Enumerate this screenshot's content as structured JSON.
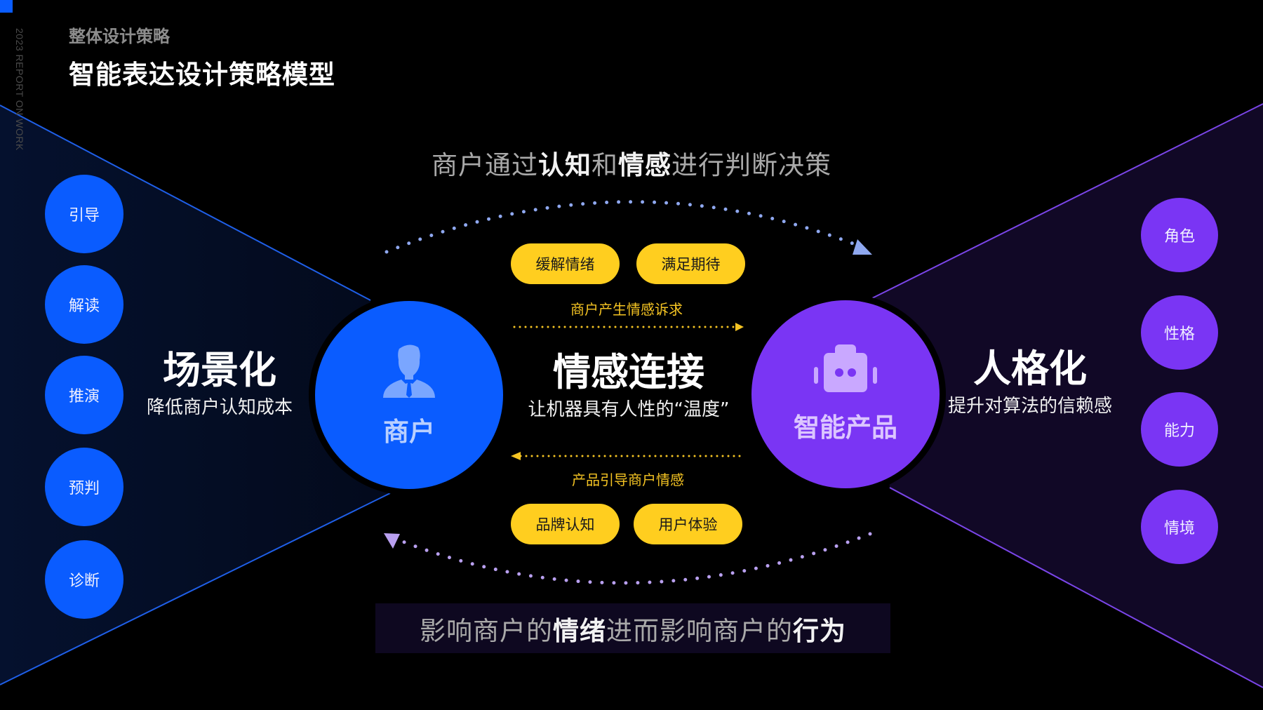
{
  "header": {
    "corner_mark_color": "#0a5cff",
    "vertical_label": "2023 REPORT ON WORK",
    "subtitle": "整体设计策略",
    "title": "智能表达设计策略模型"
  },
  "top_heading": {
    "parts": [
      "商户通过",
      "认知",
      "和",
      "情感",
      "进行判断决策"
    ]
  },
  "left_panel": {
    "color": "#0a5cff",
    "items": [
      "引导",
      "解读",
      "推演",
      "预判",
      "诊断"
    ],
    "heading": "场景化",
    "subheading": "降低商户认知成本"
  },
  "right_panel": {
    "color": "#7a35f4",
    "items": [
      "角色",
      "性格",
      "能力",
      "情境"
    ],
    "heading": "人格化",
    "subheading": "提升对算法的信赖感"
  },
  "merchant_hub": {
    "label": "商户",
    "icon": "person-icon"
  },
  "product_hub": {
    "label": "智能产品",
    "icon": "robot-icon"
  },
  "center": {
    "heading": "情感连接",
    "subheading": "让机器具有人性的“温度”",
    "top_pills": [
      "缓解情绪",
      "满足期待"
    ],
    "top_flow_label": "商户产生情感诉求",
    "bottom_flow_label": "产品引导商户情感",
    "bottom_pills": [
      "品牌认知",
      "用户体验"
    ],
    "accent_color": "#ffce1f"
  },
  "bottom_banner": {
    "parts": [
      "影响商户的",
      "情绪",
      "进而影响商户的",
      "行为"
    ]
  }
}
